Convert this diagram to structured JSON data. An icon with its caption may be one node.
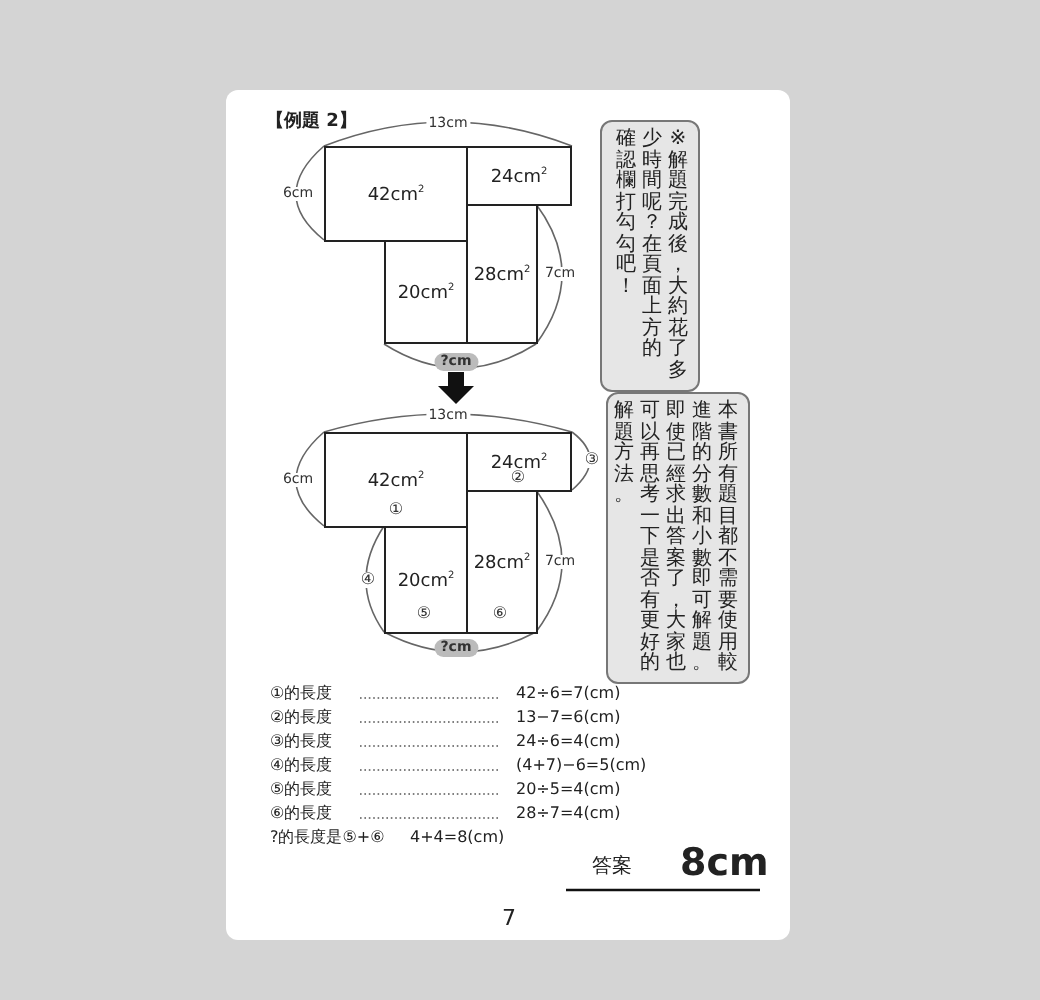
{
  "diagram": {
    "title": "【例題 2】",
    "nodes": [
      {
        "text": [
          "42cm$^{2}$"
        ]
      },
      {
        "text": [
          "24cm$^{2}$"
        ]
      },
      {
        "text": [
          "20cm$^{2}$"
        ]
      },
      {
        "text": [
          "28cm$^{2}$"
        ]
      },
      {
        "text": [
          "※解題完成後，大約花了多少時間呢？在頁面上方的確認欄打勾勾吧！"
        ]
      },
      {
        "text": [
          "42cm$^{2}$"
        ]
      },
      {
        "text": [
          "24cm$^{2}$"
        ]
      },
      {
        "text": [
          "20cm$^{2}$"
        ]
      },
      {
        "text": [
          "28cm$^{2}$"
        ]
      },
      {
        "text": [
          "本書所有題目都不需要使用較進階的分數和小數即可解題。即使已經求出答案了，大家也可以再思考一下是否有更好的解題方法。"
        ]
      }
    ],
    "edges": [],
    "labels": [
      "13cm",
      "6cm",
      "7cm",
      "?cm",
      "13cm",
      "③",
      "6cm",
      "②",
      "①",
      "7cm",
      "④",
      "⑤",
      "⑥",
      "?cm",
      "①的長度",
      "42÷6=7(cm)",
      "②的長度",
      "13−7=6(cm)",
      "③的長度",
      "24÷6=4(cm)",
      "④的長度",
      "(4+7)−6=5(cm)",
      "⑤的長度",
      "20÷5=4(cm)",
      "⑥的長度",
      "28÷7=4(cm)",
      "?的長度是⑤+⑥",
      "4+4=8(cm)",
      "答案",
      "8cm",
      "7"
    ]
  }
}
